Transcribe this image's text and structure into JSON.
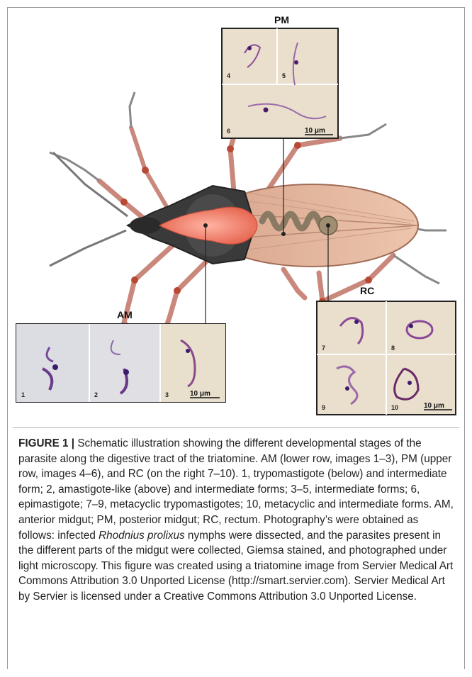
{
  "figure": {
    "labels": {
      "pm": "PM",
      "am": "AM",
      "rc": "RC"
    },
    "pm_panels": [
      "4",
      "5",
      "6"
    ],
    "am_panels": [
      "1",
      "2",
      "3"
    ],
    "rc_panels": [
      "7",
      "8",
      "9",
      "10"
    ],
    "scale_bar": "10 μm"
  },
  "caption": {
    "lead": "FIGURE 1 |",
    "part1": " Schematic illustration showing the different developmental stages of the parasite along the digestive tract of the triatomine. AM (lower row, images 1–3), PM (upper row, images 4–6), and RC (on the right 7–10). 1, trypomastigote (below) and intermediate form; 2, amastigote-like (above) and intermediate forms; 3–5, intermediate forms; 6, epimastigote; 7–9, metacyclic trypomastigotes; 10, metacyclic and intermediate forms. AM, anterior midgut; PM, posterior midgut; RC, rectum. Photography’s were obtained as follows: infected ",
    "species": "Rhodnius prolixus",
    "part2": " nymphs were dissected, and the parasites present in the different parts of the midgut were collected, Giemsa stained, and photographed under light microscopy. This figure was created using a triatomine image from Servier Medical Art Commons Attribution 3.0 Unported License (http://smart.servier.com). Servier Medical Art by Servier is licensed under a Creative Commons Attribution 3.0 Unported License."
  },
  "colors": {
    "leg": "#d39a8f",
    "leg_joint": "#b84a35",
    "head": "#3a3a3a",
    "gut": "#ef7a66",
    "abdomen": "#e6b79c",
    "micro_bg": "#e9dfcc",
    "stain": "#5a2a7a"
  }
}
